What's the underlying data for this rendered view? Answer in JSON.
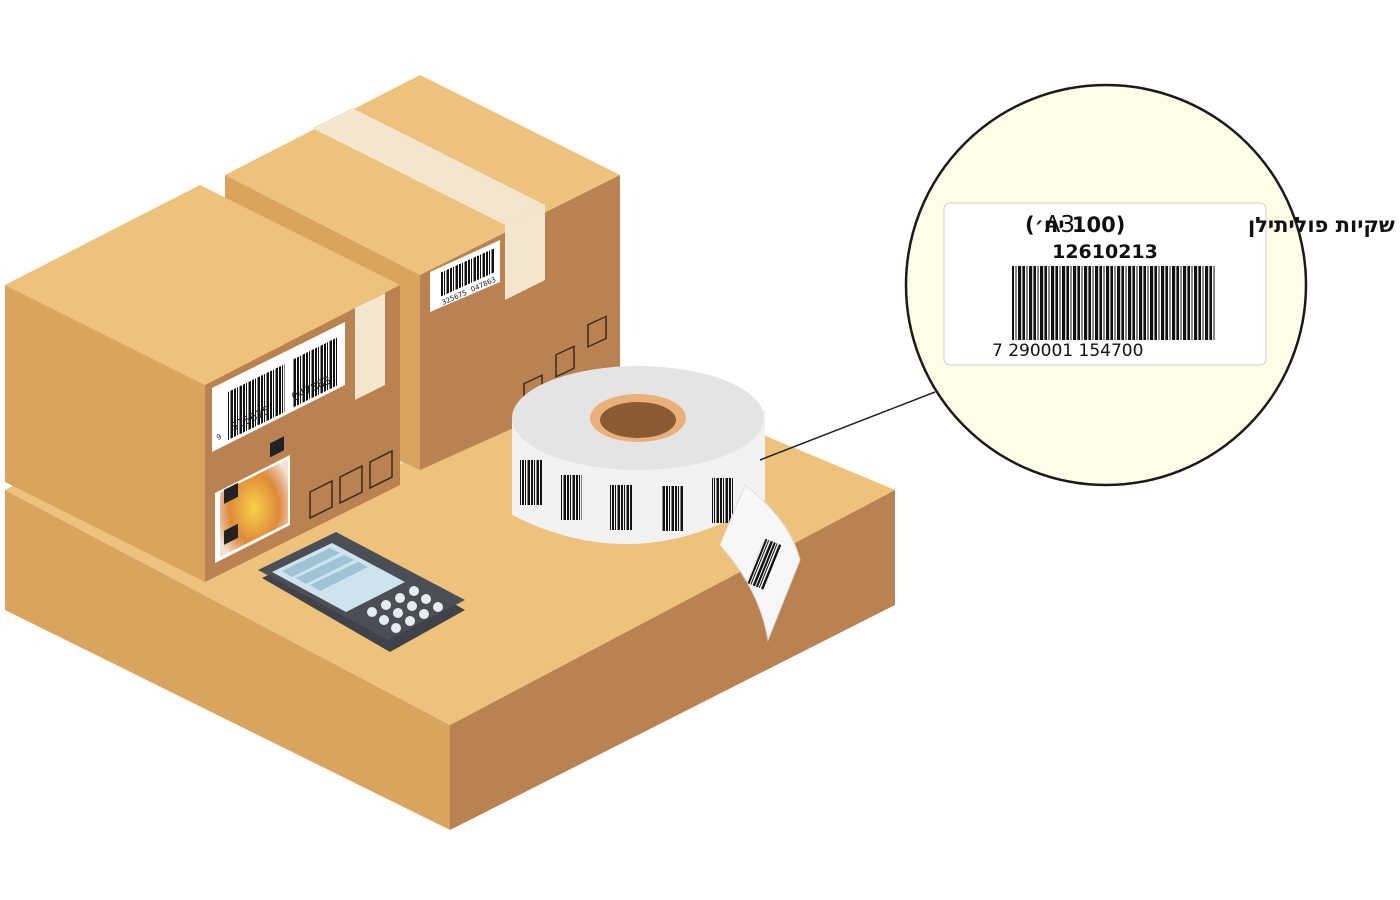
{
  "zoom_label": {
    "product_name": "שקיות פוליתילן",
    "size": "A3",
    "quantity": "(100 יח׳)",
    "item_code": "12610213",
    "barcode_number": "7   290001   154700"
  },
  "box_label_front": {
    "left_digit": "9",
    "left_code": "325675",
    "right_code": "047863"
  },
  "box_label_back": {
    "left_code": "325675",
    "right_code": "047863"
  },
  "colors": {
    "cardboard_top": "#edc27a",
    "cardboard_left": "#d9a45e",
    "cardboard_right": "#b98250",
    "tape": "#f3e6cf",
    "zoom_bg": "#fdfde8",
    "scanner_body": "#4a4f57",
    "scanner_screen": "#cfe3ee",
    "qr_glow": "#e08a38"
  },
  "icons": [
    "this-way-up-icon",
    "fragile-glass-icon",
    "keep-dry-umbrella-icon",
    "qr-code-icon",
    "barcode-icon"
  ]
}
